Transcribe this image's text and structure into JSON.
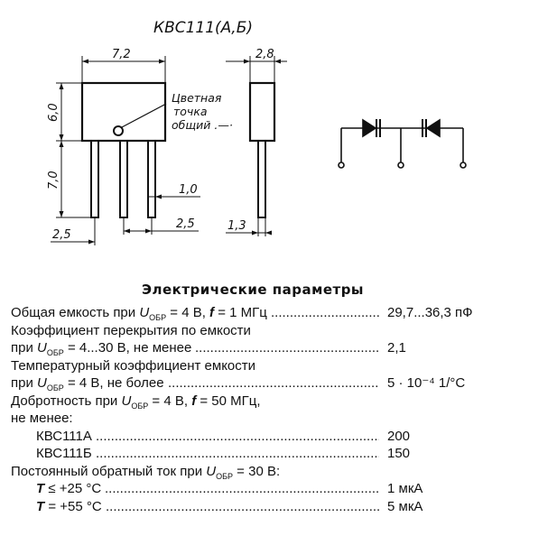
{
  "figure": {
    "title": "КВС111(А,Б)",
    "dimensions": {
      "body_width": "7,2",
      "body_height": "6,0",
      "lead_length": "7,0",
      "side_thickness": "2,8",
      "lead_width": "1,0",
      "lead_pitch": "2,5",
      "lead_offset": "2,5",
      "side_lead": "1,3"
    },
    "note_lines": [
      "Цветная",
      "точка",
      "общий .—·"
    ]
  },
  "params": {
    "heading": "Электрические параметры",
    "rows": [
      {
        "label": "Общая емкость при U_ОБР = 4 В, f = 1 МГц",
        "value": "29,7...36,3 пФ",
        "indent": false
      },
      {
        "label": "Коэффициент перекрытия по емкости",
        "value": "",
        "indent": false
      },
      {
        "label": "при U_ОБР = 4...30 В, не менее",
        "value": "2,1",
        "indent": false
      },
      {
        "label": "Температурный коэффициент емкости",
        "value": "",
        "indent": false
      },
      {
        "label": "при U_ОБР = 4 В, не более",
        "value": "5 · 10⁻⁴ 1/°С",
        "indent": false
      },
      {
        "label": "Добротность при U_ОБР = 4 В, f = 50 МГц,",
        "value": "",
        "indent": false
      },
      {
        "label": "не менее:",
        "value": "",
        "indent": false
      },
      {
        "label": "КВС111А",
        "value": "200",
        "indent": true
      },
      {
        "label": "КВС111Б",
        "value": "150",
        "indent": true
      },
      {
        "label": "Постоянный обратный ток при U_ОБР = 30 В:",
        "value": "",
        "indent": false
      },
      {
        "label": "T ≤ +25 °С",
        "value": "1 мкА",
        "indent": true
      },
      {
        "label": "T = +55 °С",
        "value": "5 мкА",
        "indent": true
      }
    ]
  }
}
